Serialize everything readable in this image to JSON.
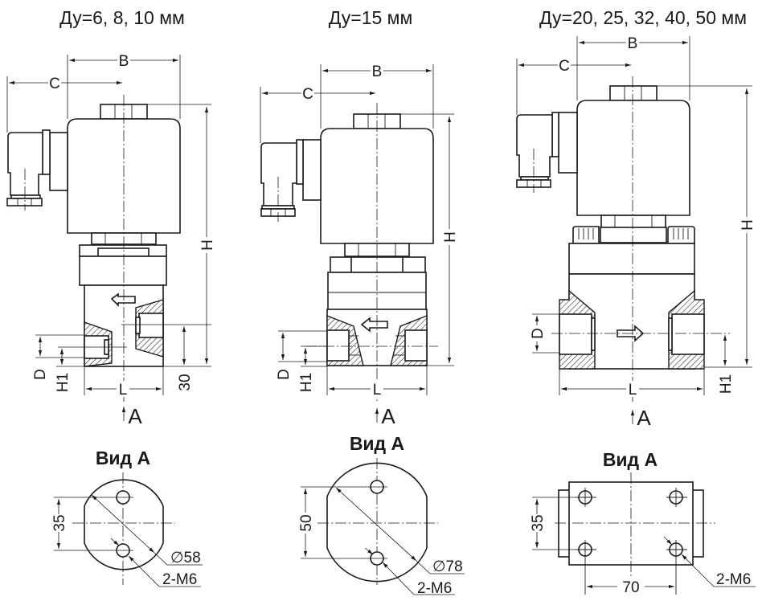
{
  "drawings": [
    {
      "title": "Ду=6, 8, 10 мм",
      "labels": {
        "B": "B",
        "C": "C",
        "H": "H",
        "D": "D",
        "H1": "H1",
        "L": "L",
        "extra_dim": "30",
        "view_arrow": "A"
      },
      "view": {
        "title": "Вид А",
        "spacing": "35",
        "diameter": "∅58",
        "thread": "2-М6"
      }
    },
    {
      "title": "Ду=15 мм",
      "labels": {
        "B": "B",
        "C": "C",
        "H": "H",
        "D": "D",
        "H1": "H1",
        "L": "L",
        "view_arrow": "A"
      },
      "view": {
        "title": "Вид А",
        "spacing": "50",
        "diameter": "∅78",
        "thread": "2-М6"
      }
    },
    {
      "title": "Ду=20, 25, 32, 40, 50 мм",
      "labels": {
        "B": "B",
        "C": "C",
        "H": "H",
        "D": "D",
        "H1": "H1",
        "L": "L",
        "view_arrow": "A"
      },
      "view": {
        "title": "Вид А",
        "spacing_v": "35",
        "spacing_h": "70",
        "thread": "2-М6"
      }
    }
  ],
  "colors": {
    "line": "#1a1a1a",
    "background": "#ffffff"
  }
}
